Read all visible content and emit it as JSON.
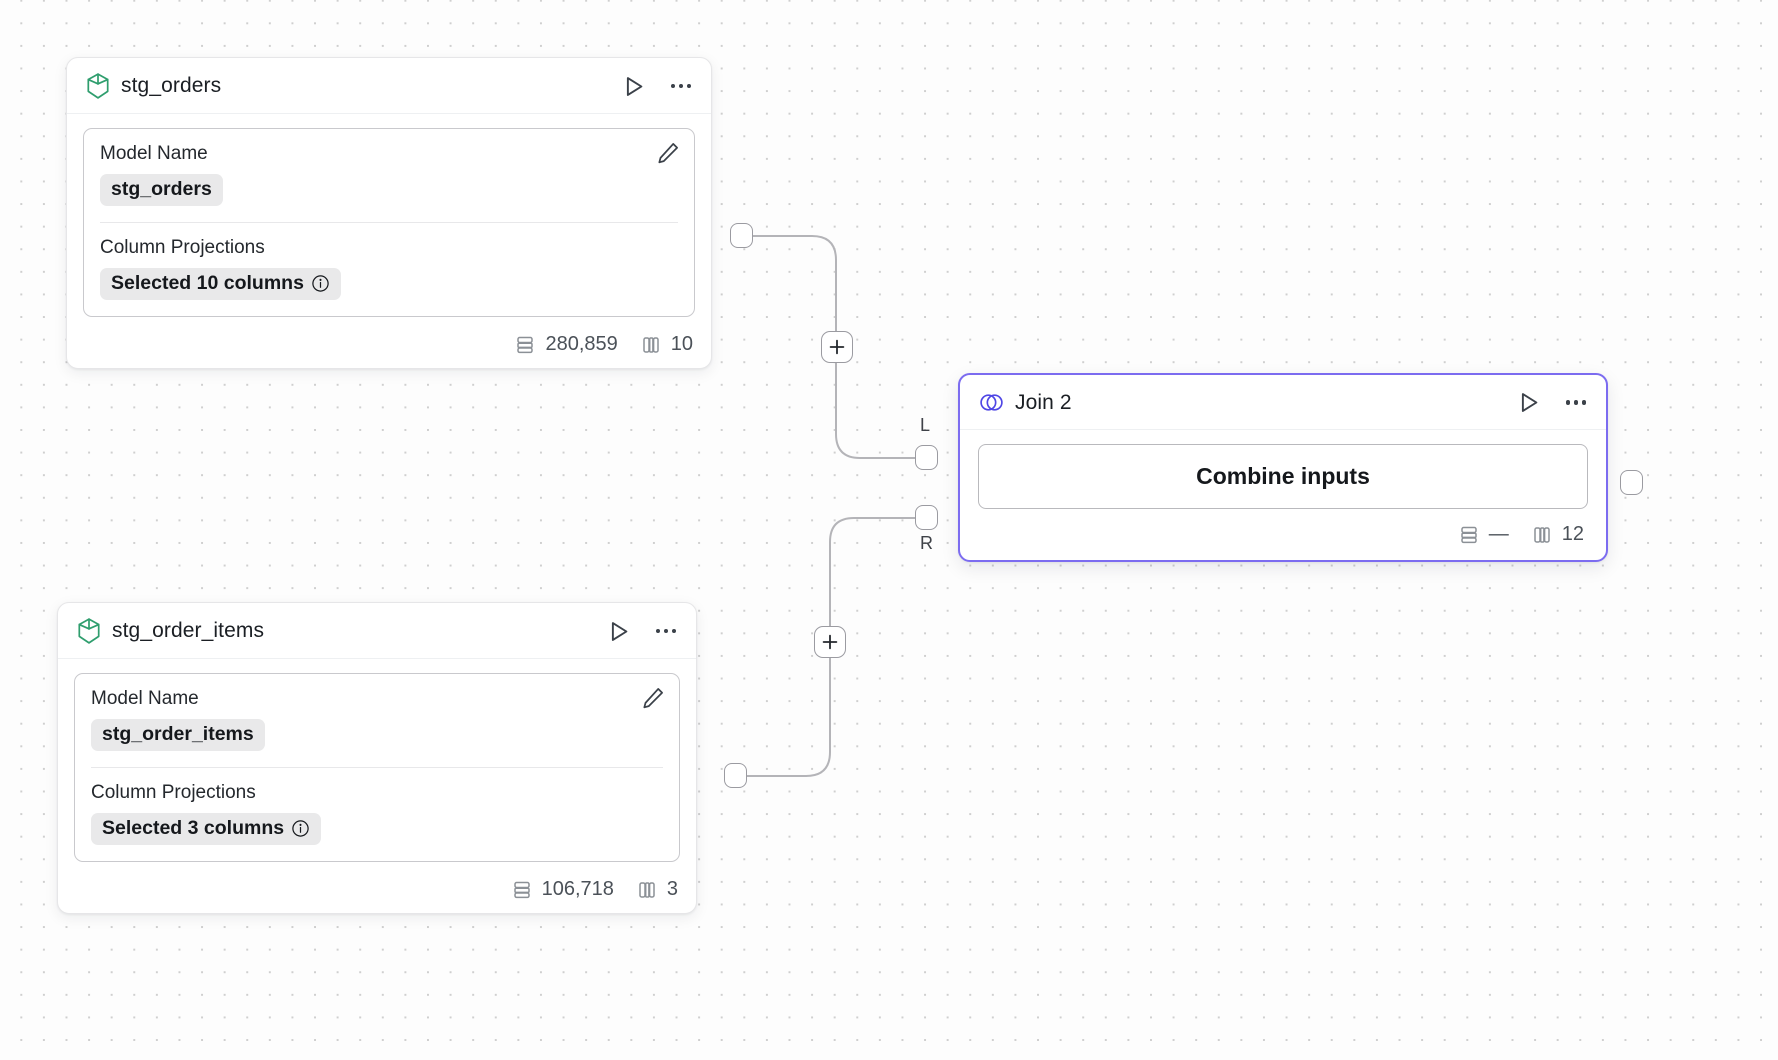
{
  "canvas": {
    "background_color": "#fdfdfd",
    "dot_color": "#cfcfcf",
    "accent_color": "#7c6cf0",
    "model_icon_color": "#2f9e6e"
  },
  "nodes": [
    {
      "id": "stg_orders",
      "type": "model",
      "icon": "cube-icon",
      "title": "stg_orders",
      "run_icon": "play-icon",
      "menu_icon": "more-options-icon",
      "edit_icon": "pencil-icon",
      "fields": [
        {
          "label": "Model Name",
          "value": "stg_orders",
          "info": false
        },
        {
          "label": "Column Projections",
          "value": "Selected 10 columns",
          "info": true,
          "info_icon": "info-icon"
        }
      ],
      "footer": {
        "rows_icon": "rows-icon",
        "rows": "280,859",
        "columns_icon": "columns-icon",
        "columns": "10"
      }
    },
    {
      "id": "stg_order_items",
      "type": "model",
      "icon": "cube-icon",
      "title": "stg_order_items",
      "run_icon": "play-icon",
      "menu_icon": "more-options-icon",
      "edit_icon": "pencil-icon",
      "fields": [
        {
          "label": "Model Name",
          "value": "stg_order_items",
          "info": false
        },
        {
          "label": "Column Projections",
          "value": "Selected 3 columns",
          "info": true,
          "info_icon": "info-icon"
        }
      ],
      "footer": {
        "rows_icon": "rows-icon",
        "rows": "106,718",
        "columns_icon": "columns-icon",
        "columns": "3"
      }
    },
    {
      "id": "join_2",
      "type": "join",
      "selected": true,
      "icon": "venn-join-icon",
      "title": "Join 2",
      "run_icon": "play-icon",
      "menu_icon": "more-options-icon",
      "body_label": "Combine inputs",
      "input_ports": [
        {
          "id": "left",
          "label": "L"
        },
        {
          "id": "right",
          "label": "R"
        }
      ],
      "output_ports": [
        {
          "id": "out",
          "label": ""
        }
      ],
      "footer": {
        "rows_icon": "rows-icon",
        "rows": "—",
        "columns_icon": "columns-icon",
        "columns": "12"
      }
    }
  ],
  "edge_buttons": [
    {
      "id": "add-node-upper",
      "icon": "plus-icon",
      "label": "+"
    },
    {
      "id": "add-node-lower",
      "icon": "plus-icon",
      "label": "+"
    }
  ]
}
